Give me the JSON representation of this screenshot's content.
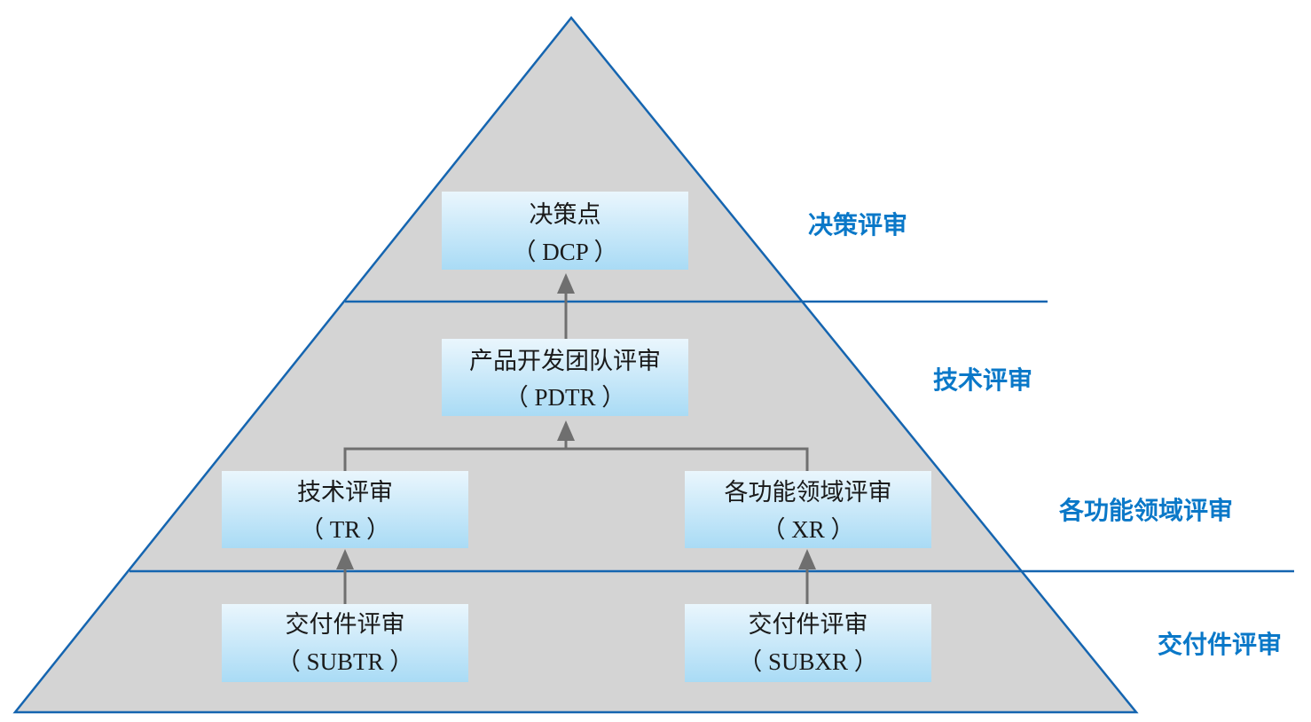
{
  "colors": {
    "pyramid_fill": "#d4d4d4",
    "pyramid_stroke": "#1565b0",
    "tier_line": "#1565b0",
    "tier_label": "#0a78c8",
    "box_top": "#eaf6fd",
    "box_bottom": "#a9dbf5",
    "arrow": "#6f6f6f"
  },
  "tiers": {
    "decision": "决策评审",
    "technical": "技术评审",
    "functional": "各功能领域评审",
    "deliverable": "交付件评审"
  },
  "nodes": {
    "dcp": {
      "title": "决策点",
      "code": "（ DCP ）"
    },
    "pdtr": {
      "title": "产品开发团队评审",
      "code": "（ PDTR ）"
    },
    "tr": {
      "title": "技术评审",
      "code": "（ TR ）"
    },
    "xr": {
      "title": "各功能领域评审",
      "code": "（ XR ）"
    },
    "subtr": {
      "title": "交付件评审",
      "code": "（ SUBTR ）"
    },
    "subxr": {
      "title": "交付件评审",
      "code": "（ SUBXR ）"
    }
  }
}
